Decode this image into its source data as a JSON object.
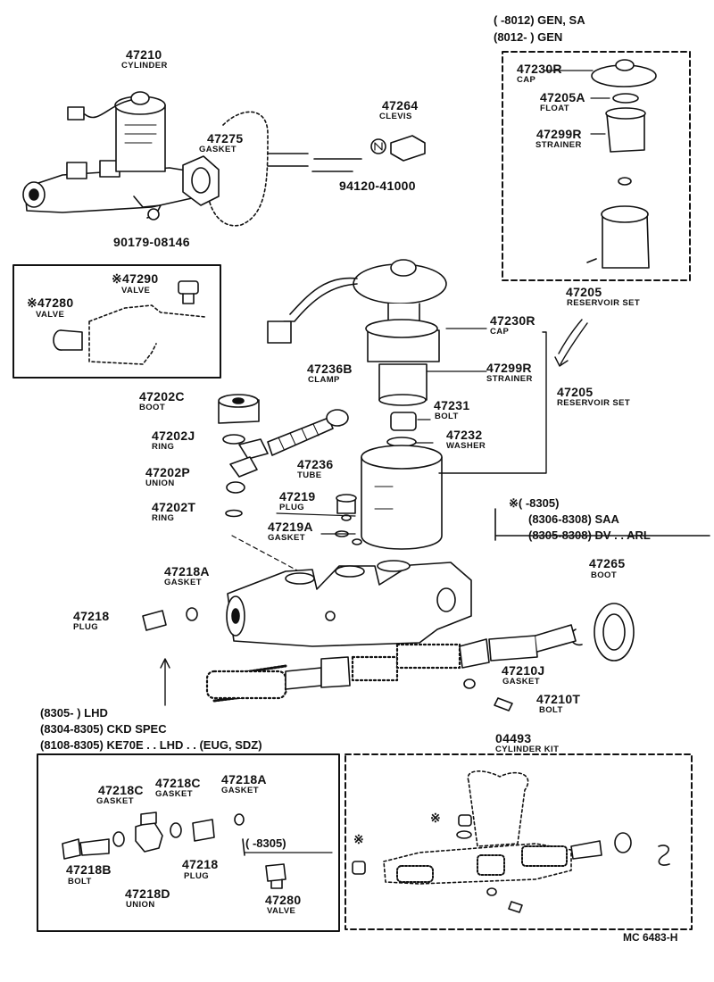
{
  "figure_code": "MC 6483-H",
  "marks": {
    "asterisk": "※"
  },
  "notes": {
    "reservoir_line1": "(        -8012) GEN, SA",
    "reservoir_line2": "(8012-        ) GEN",
    "spec_line1": "※(        -8305)",
    "spec_line2": "(8306-8308) SAA",
    "spec_line3": "(8305-8308) DV . . ARL",
    "lhd_line1": "(8305-        ) LHD",
    "lhd_line2": "(8304-8305) CKD SPEC",
    "lhd_line3": "(8108-8305) KE70E . . LHD . . (EUG, SDZ)",
    "valve_range": "(        -8305)"
  },
  "parts": {
    "p47210": {
      "number": "47210",
      "name": "CYLINDER"
    },
    "p47275": {
      "number": "47275",
      "name": "GASKET"
    },
    "p47264": {
      "number": "47264",
      "name": "CLEVIS"
    },
    "p94120": {
      "number": "94120-41000"
    },
    "p90179": {
      "number": "90179-08146"
    },
    "p47290": {
      "number": "※47290",
      "name": "VALVE"
    },
    "p47280_inset": {
      "number": "※47280",
      "name": "VALVE"
    },
    "p47230R_set": {
      "number": "47230R",
      "name": "CAP"
    },
    "p47205A": {
      "number": "47205A",
      "name": "FLOAT"
    },
    "p47299R_set": {
      "number": "47299R",
      "name": "STRAINER"
    },
    "p47205_set": {
      "number": "47205",
      "name": "RESERVOIR SET"
    },
    "p47230R": {
      "number": "47230R",
      "name": "CAP"
    },
    "p47299R": {
      "number": "47299R",
      "name": "STRAINER"
    },
    "p47205": {
      "number": "47205",
      "name": "RESERVOIR SET"
    },
    "p47231": {
      "number": "47231",
      "name": "BOLT"
    },
    "p47232": {
      "number": "47232",
      "name": "WASHER"
    },
    "p47236B": {
      "number": "47236B",
      "name": "CLAMP"
    },
    "p47202C": {
      "number": "47202C",
      "name": "BOOT"
    },
    "p47202J": {
      "number": "47202J",
      "name": "RING"
    },
    "p47236": {
      "number": "47236",
      "name": "TUBE"
    },
    "p47202P": {
      "number": "47202P",
      "name": "UNION"
    },
    "p47219": {
      "number": "47219",
      "name": "PLUG"
    },
    "p47202T": {
      "number": "47202T",
      "name": "RING"
    },
    "p47219A": {
      "number": "47219A",
      "name": "GASKET"
    },
    "p47218A": {
      "number": "47218A",
      "name": "GASKET"
    },
    "p47218": {
      "number": "47218",
      "name": "PLUG"
    },
    "p47265": {
      "number": "47265",
      "name": "BOOT"
    },
    "p47210J": {
      "number": "47210J",
      "name": "GASKET"
    },
    "p47210T": {
      "number": "47210T",
      "name": "BOLT"
    },
    "p04493": {
      "number": "04493",
      "name": "CYLINDER KIT"
    },
    "p47218C_a": {
      "number": "47218C",
      "name": "GASKET"
    },
    "p47218C_b": {
      "number": "47218C",
      "name": "GASKET"
    },
    "p47218A_box": {
      "number": "47218A",
      "name": "GASKET"
    },
    "p47218B": {
      "number": "47218B",
      "name": "BOLT"
    },
    "p47218_box": {
      "number": "47218",
      "name": "PLUG"
    },
    "p47218D": {
      "number": "47218D",
      "name": "UNION"
    },
    "p47280_box": {
      "number": "47280",
      "name": "VALVE"
    }
  }
}
